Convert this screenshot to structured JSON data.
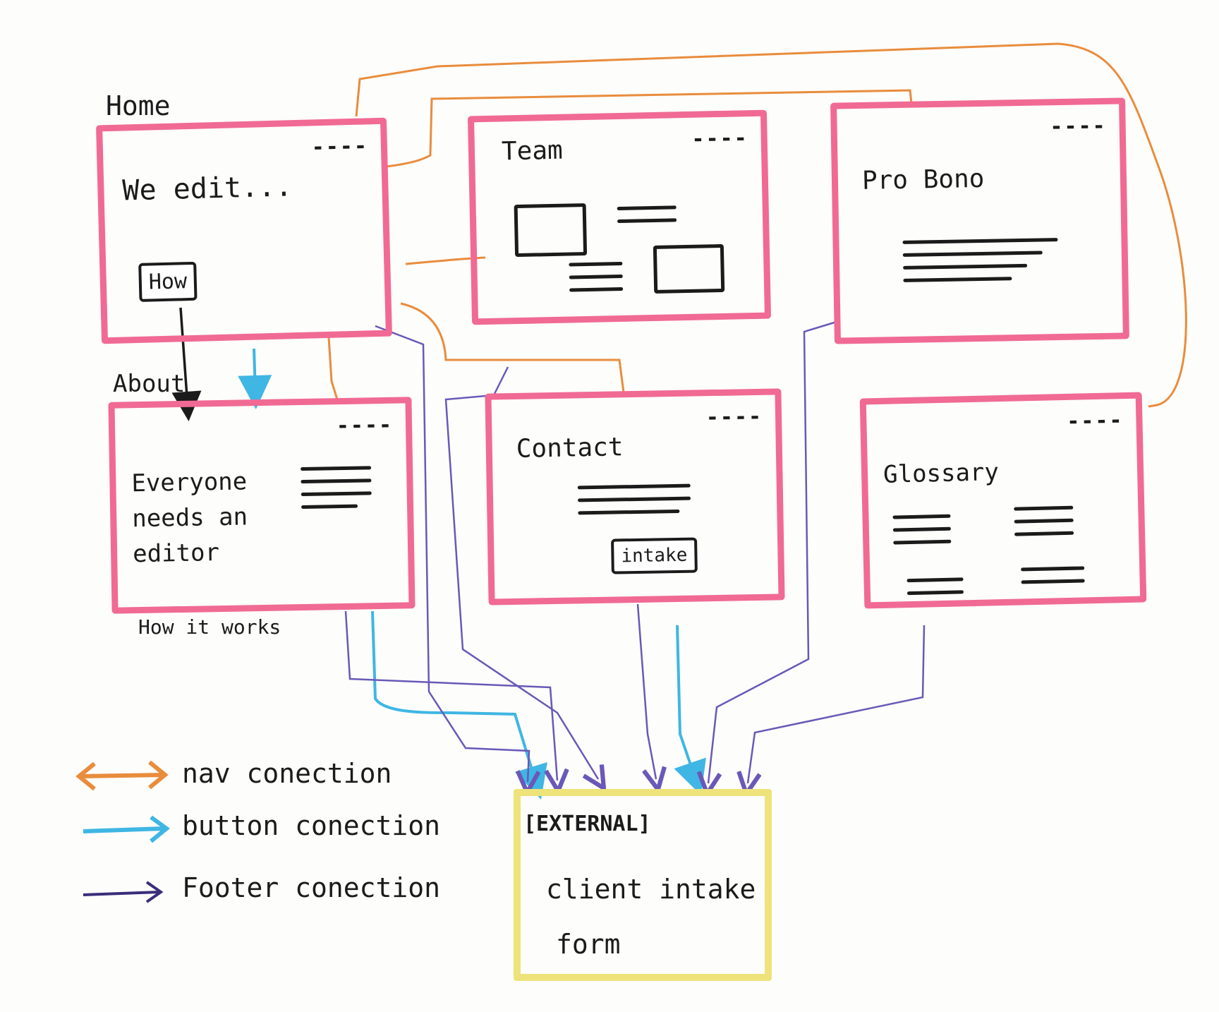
{
  "colors": {
    "page_border": "#f06a94",
    "nav": "#e98c3c",
    "button": "#3fb6e3",
    "footer": "#6a58b8",
    "external_border": "#eee37a",
    "ink": "#1b1b1b"
  },
  "pages": {
    "home": {
      "label": "Home",
      "text": "We edit...",
      "button": "How",
      "dashes": "----"
    },
    "about": {
      "label": "About",
      "text_lines": [
        "Everyone",
        "needs an",
        "editor"
      ],
      "caption": "How it works",
      "dashes": "----"
    },
    "team": {
      "label": "Team",
      "dashes": "----"
    },
    "probono": {
      "label": "Pro Bono",
      "dashes": "----"
    },
    "contact": {
      "label": "Contact",
      "button": "intake",
      "dashes": "----"
    },
    "glossary": {
      "label": "Glossary",
      "dashes": "----"
    }
  },
  "external": {
    "tag": "[EXTERNAL]",
    "line1": "client intake",
    "line2": "form"
  },
  "legend": [
    {
      "key": "nav",
      "text": "nav conection",
      "color_key": "nav",
      "arrow": "double"
    },
    {
      "key": "button",
      "text": "button conection",
      "color_key": "button",
      "arrow": "single"
    },
    {
      "key": "footer",
      "text": "Footer conection",
      "color_key": "footer",
      "arrow": "single"
    }
  ]
}
